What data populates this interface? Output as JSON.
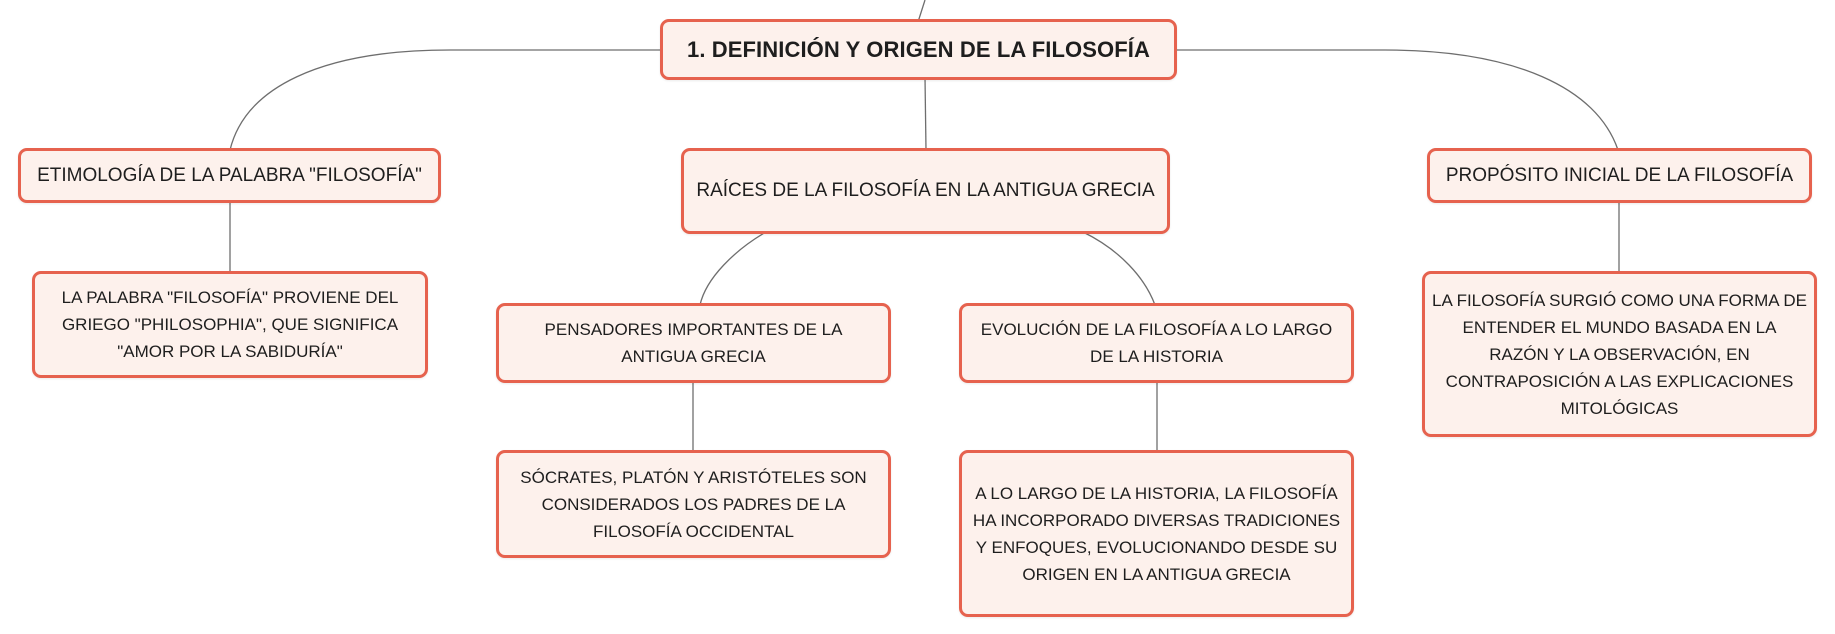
{
  "colors": {
    "node_border": "#e6624e",
    "node_fill": "#fdf1ec",
    "connector": "#6e6e6e",
    "text": "#1e1e1e"
  },
  "mindmap": {
    "root": {
      "label": "1. DEFINICIÓN Y ORIGEN DE LA FILOSOFÍA"
    },
    "branches": {
      "etymology": {
        "label": "ETIMOLOGÍA DE LA PALABRA \"FILOSOFÍA\"",
        "detail": "LA PALABRA \"FILOSOFÍA\" PROVIENE DEL GRIEGO \"PHILOSOPHIA\", QUE SIGNIFICA \"AMOR POR LA SABIDURÍA\""
      },
      "greek_roots": {
        "label": "RAÍCES DE LA FILOSOFÍA EN LA ANTIGUA GRECIA",
        "thinkers": {
          "label": "PENSADORES IMPORTANTES DE LA ANTIGUA GRECIA",
          "detail": "SÓCRATES, PLATÓN Y ARISTÓTELES SON CONSIDERADOS LOS PADRES DE LA FILOSOFÍA OCCIDENTAL"
        },
        "evolution": {
          "label": "EVOLUCIÓN DE LA FILOSOFÍA A LO LARGO DE LA HISTORIA",
          "detail": "A LO LARGO DE LA HISTORIA, LA FILOSOFÍA HA INCORPORADO DIVERSAS TRADICIONES Y ENFOQUES, EVOLUCIONANDO DESDE SU ORIGEN EN LA ANTIGUA GRECIA"
        }
      },
      "purpose": {
        "label": "PROPÓSITO INICIAL DE LA FILOSOFÍA",
        "detail": "LA FILOSOFÍA SURGIÓ COMO UNA FORMA DE ENTENDER EL MUNDO BASADA EN LA RAZÓN Y LA OBSERVACIÓN, EN CONTRAPOSICIÓN A LAS EXPLICACIONES MITOLÓGICAS"
      }
    }
  }
}
